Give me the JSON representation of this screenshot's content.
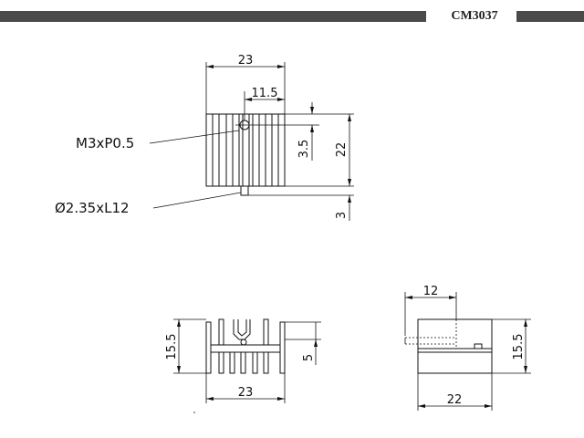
{
  "header": {
    "model": "CM3037"
  },
  "top_view": {
    "dim_width": "23",
    "dim_half": "11.5",
    "dim_hole_offset": "3.5",
    "dim_height": "22",
    "dim_pin": "3",
    "thread_label": "M3xP0.5",
    "pin_label": "Ø2.35xL12"
  },
  "front_view": {
    "dim_height": "15.5",
    "dim_slot": "5",
    "dim_width": "23"
  },
  "side_view": {
    "dim_offset": "12",
    "dim_height": "15.5",
    "dim_length": "22"
  }
}
